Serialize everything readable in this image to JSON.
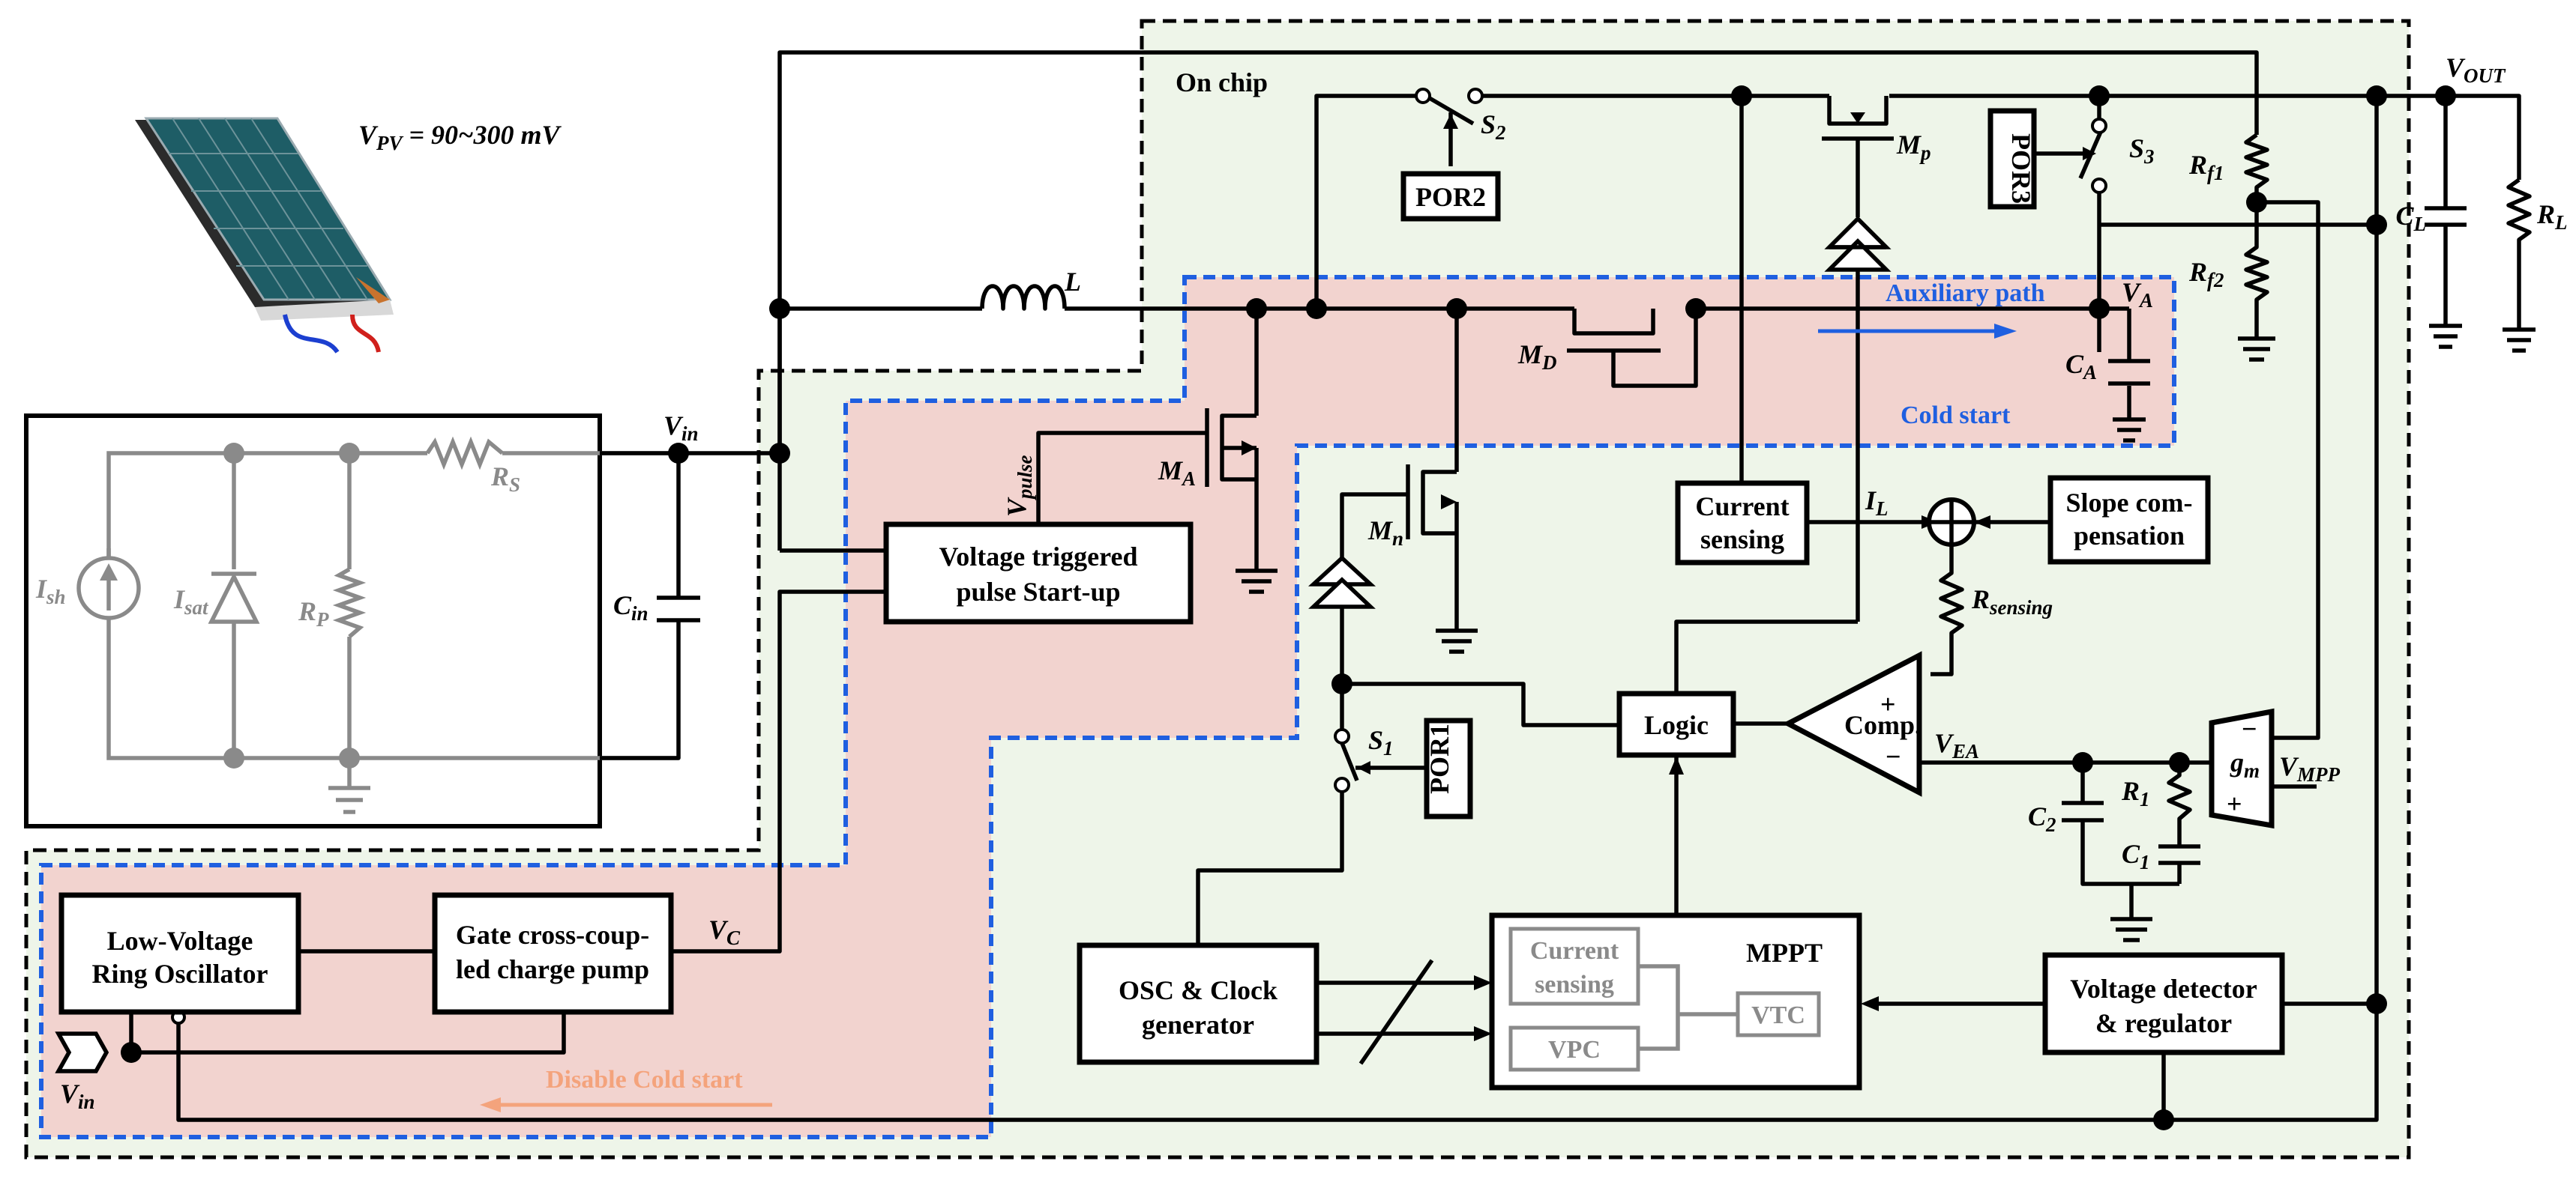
{
  "labels": {
    "vpv": "V",
    "vpv_sub": "PV",
    "vpv_value": " = 90~300 mV",
    "on_chip": "On chip",
    "auxiliary_path": "Auxiliary path",
    "cold_start": "Cold start",
    "disable_cold_start": "Disable Cold start",
    "vout": "V",
    "vout_sub": "OUT",
    "vin": "V",
    "vin_sub": "in",
    "vin2": "V",
    "vin2_sub": "in",
    "vpulse": "V",
    "vpulse_sub": "pulse",
    "vc": "V",
    "vc_sub": "C",
    "va": "V",
    "va_sub": "A",
    "vea": "V",
    "vea_sub": "EA",
    "vmpp": "V",
    "vmpp_sub": "MPP",
    "il": "I",
    "il_sub": "L",
    "ish": "I",
    "ish_sub": "sh",
    "isat": "I",
    "isat_sub": "sat",
    "rp": "R",
    "rp_sub": "P",
    "rs": "R",
    "rs_sub": "S",
    "cin": "C",
    "cin_sub": "in",
    "ca": "C",
    "ca_sub": "A",
    "cl": "C",
    "cl_sub": "L",
    "rl": "R",
    "rl_sub": "L",
    "rf1": "R",
    "rf1_sub": "f1",
    "rf2": "R",
    "rf2_sub": "f2",
    "r1": "R",
    "r1_sub": "1",
    "c1": "C",
    "c1_sub": "1",
    "c2": "C",
    "c2_sub": "2",
    "rsensing": "R",
    "rsensing_sub": "sensing",
    "inductor": "L",
    "ma": "M",
    "ma_sub": "A",
    "mn": "M",
    "mn_sub": "n",
    "md": "M",
    "md_sub": "D",
    "mp": "M",
    "mp_sub": "p",
    "s1": "S",
    "s1_sub": "1",
    "s2": "S",
    "s2_sub": "2",
    "s3": "S",
    "s3_sub": "3",
    "gm": "g",
    "gm_sub": "m",
    "plus": "+",
    "minus": "−"
  },
  "blocks": {
    "pulse_startup": [
      "Voltage triggered",
      "pulse Start-up"
    ],
    "current_sensing": [
      "Current",
      "sensing"
    ],
    "slope_comp": [
      "Slope com-",
      "pensation"
    ],
    "logic": "Logic",
    "comp": "Comp.",
    "por1": "POR1",
    "por2": "POR2",
    "por3": "POR3",
    "ring_osc": [
      "Low-Voltage",
      "Ring Oscillator"
    ],
    "charge_pump": [
      "Gate cross-coup-",
      "led charge pump"
    ],
    "osc_clock": [
      "OSC & Clock",
      "generator"
    ],
    "mppt": "MPPT",
    "mppt_current_sensing": [
      "Current",
      "sensing"
    ],
    "vpc": "VPC",
    "vtc": "VTC",
    "voltage_detector": [
      "Voltage detector",
      "& regulator"
    ]
  },
  "colors": {
    "on_chip_fill": "#eef5e9",
    "cold_start_fill": "#f2d3cf",
    "cold_start_border": "#1f5fe0",
    "disable_arrow": "#f4a37c",
    "gray_model": "#8a8a8a",
    "solar_panel": "#1e5d66"
  }
}
